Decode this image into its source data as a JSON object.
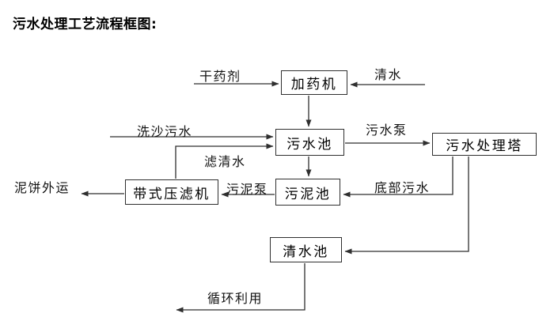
{
  "title": "污水处理工艺流程框图:",
  "nodes": {
    "dosing_machine": "加药机",
    "sewage_pool": "污水池",
    "treatment_tower": "污水处理塔",
    "sludge_pool": "污泥池",
    "belt_filter_press": "带式压滤机",
    "clean_water_pool": "清水池"
  },
  "flow_labels": {
    "dry_chemical": "干药剂",
    "clean_water": "清水",
    "sand_washing_sewage": "洗沙污水",
    "filtered_water": "滤清水",
    "sewage_pump": "污水泵",
    "bottom_sewage": "底部污水",
    "sludge_pump": "污泥泵",
    "mud_cake_out": "泥饼外运",
    "recycle": "循环利用"
  },
  "edges": [
    {
      "from": "干药剂",
      "to": "加药机"
    },
    {
      "from": "清水",
      "to": "加药机"
    },
    {
      "from": "加药机",
      "to": "污水池"
    },
    {
      "from": "洗沙污水",
      "to": "污水池"
    },
    {
      "from": "带式压滤机",
      "to": "污水池",
      "label": "滤清水"
    },
    {
      "from": "污水池",
      "to": "污水处理塔",
      "label": "污水泵"
    },
    {
      "from": "污水池",
      "to": "污泥池"
    },
    {
      "from": "污水处理塔",
      "to": "污泥池",
      "label": "底部污水"
    },
    {
      "from": "污泥池",
      "to": "带式压滤机",
      "label": "污泥泵"
    },
    {
      "from": "带式压滤机",
      "to": "泥饼外运"
    },
    {
      "from": "污水处理塔",
      "to": "清水池"
    },
    {
      "from": "清水池",
      "to": "循环利用"
    }
  ],
  "colors": {
    "line": "#2f2f2f",
    "box_border": "#2f2f2f",
    "text": "#000000",
    "background": "#ffffff"
  }
}
